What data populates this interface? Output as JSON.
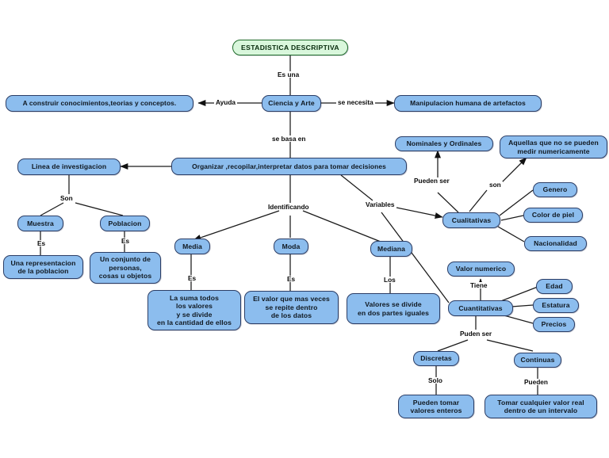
{
  "diagram": {
    "title": "Mapa conceptual de Estadistica Descriptiva",
    "background": "#ffffff",
    "node_fill": "#8cbdee",
    "node_border": "#2c3e66",
    "root_fill": "#d9f7dc",
    "root_border": "#1f6b2a",
    "edge_color": "#1a1a1a"
  },
  "nodes": {
    "root": "ESTADISTICA DESCRIPTIVA",
    "ciencia_arte": "Ciencia y Arte",
    "construir": "A construir  conocimientos,teorias y conceptos.",
    "manipulacion": "Manipulacion humana de artefactos",
    "organizar": "Organizar ,recopilar,interpretar datos para tomar decisiones",
    "linea": "Linea de investigacion",
    "muestra": "Muestra",
    "poblacion": "Poblacion",
    "representacion": "Una representacion\nde la poblacion",
    "conjunto": "Un conjunto de\npersonas,\ncosas u objetos",
    "media": "Media",
    "moda": "Moda",
    "mediana": "Mediana",
    "media_def": "La suma todos\nlos valores\ny se divide\nen la cantidad de ellos",
    "moda_def": "El valor que mas veces\nse repite dentro\nde los datos",
    "mediana_def": "Valores se divide\nen dos partes iguales",
    "nominales": "Nominales y Ordinales",
    "aquellas": "Aquellas que no se pueden\nmedir numericamente",
    "cualitativas": "Cualitativas",
    "genero": "Genero",
    "color_piel": "Color de piel",
    "nacionalidad": "Nacionalidad",
    "valor_numerico": "Valor numerico",
    "cuantitativas": "Cuantitativas",
    "edad": "Edad",
    "estatura": "Estatura",
    "precios": "Precios",
    "discretas": "Discretas",
    "continuas": "Continuas",
    "enteros": "Pueden tomar\nvalores enteros",
    "intervalo": "Tomar cualquier valor real\ndentro  de un intervalo"
  },
  "edge_labels": {
    "es_una": "Es una",
    "ayuda": "Ayuda",
    "se_necesita": "se necesita",
    "se_basa_en": "se basa en",
    "son_linea": "Son",
    "es_muestra": "Es",
    "es_poblacion": "Es",
    "identificando": "Identificando",
    "es_media": "Es",
    "es_moda": "Es",
    "los_mediana": "Los",
    "variables": "Variables",
    "pueden_ser_cual": "Pueden ser",
    "son_cual": "son",
    "tiene": "Tiene",
    "puden_ser": "Puden ser",
    "solo": "Solo",
    "pueden": "Pueden"
  }
}
